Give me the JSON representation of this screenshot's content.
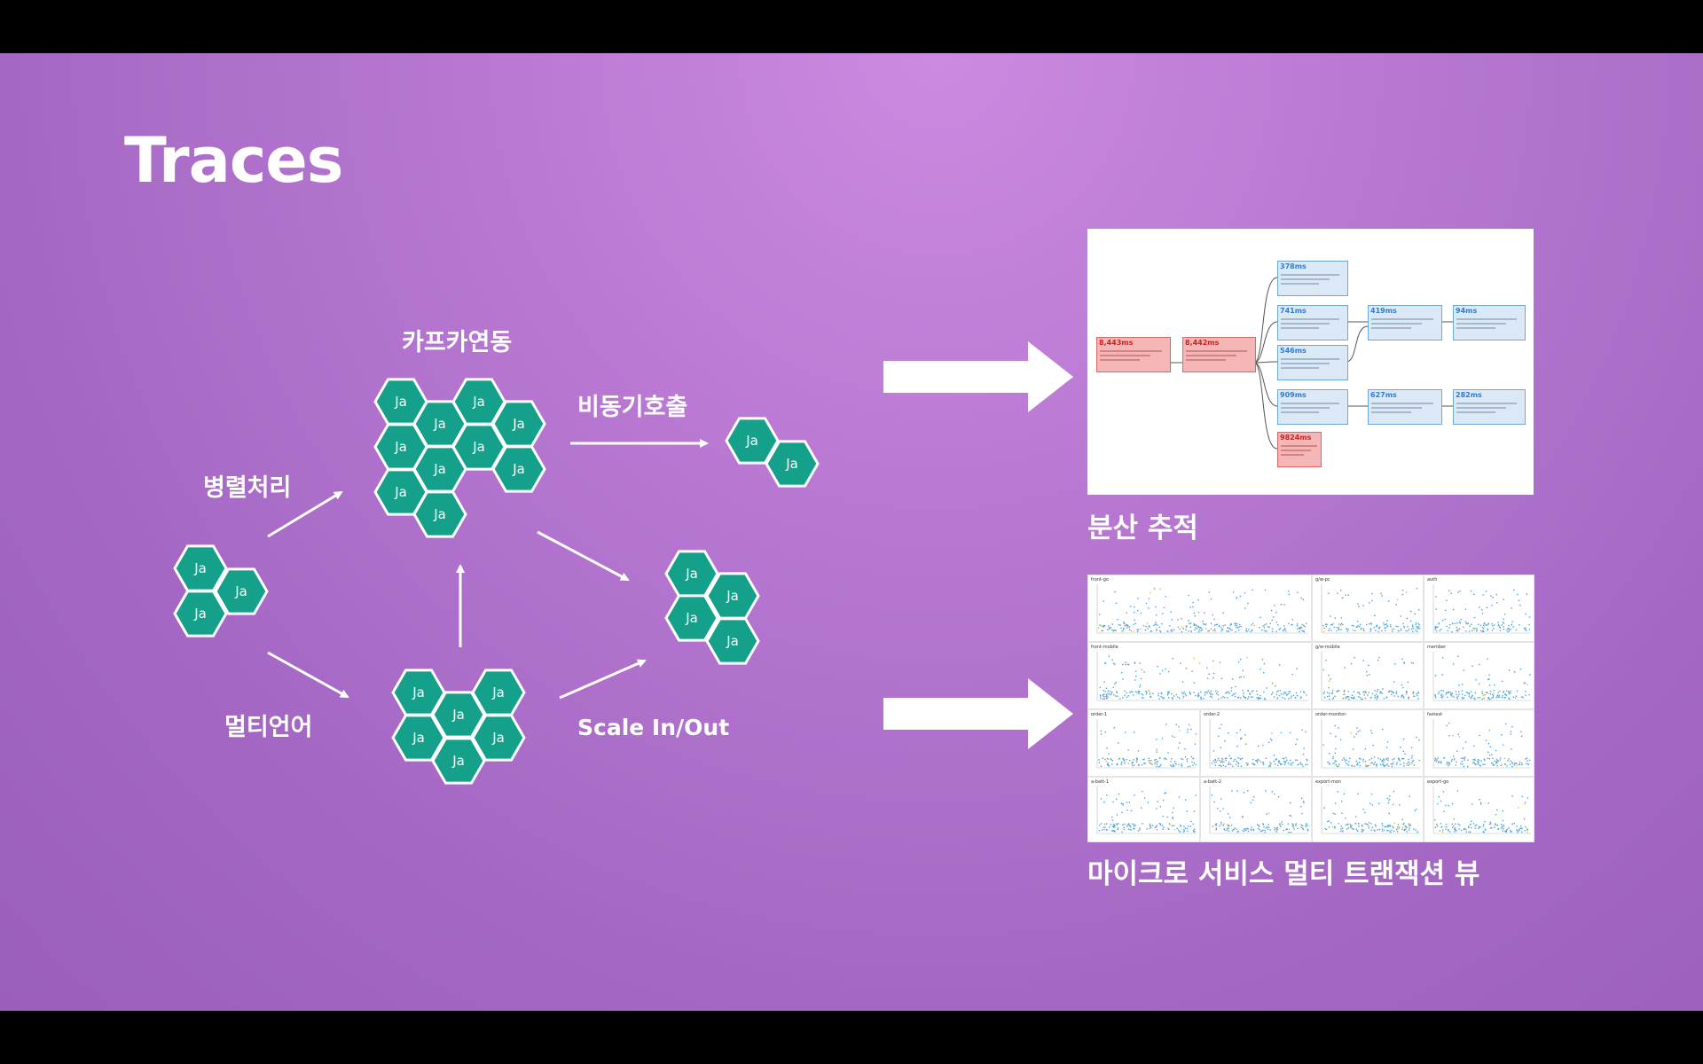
{
  "slide": {
    "title": "Traces",
    "hex_label": "Ja",
    "labels": {
      "kafka": "카프카연동",
      "async": "비동기호출",
      "parallel": "병렬처리",
      "multilang": "멀티언어",
      "scale": "Scale In/Out"
    },
    "captions": {
      "distributed": "분산 추적",
      "multi_tx": "마이크로 서비스 멀티 트랜잭션 뷰"
    },
    "colors": {
      "hex_fill": "#14a08a",
      "hex_stroke": "#ffffff",
      "arrow": "#ffffff"
    },
    "icons": [
      "arrow-right-icon",
      "arrow-up-icon"
    ]
  },
  "trace_view": {
    "cards": [
      {
        "ms": "8,443ms",
        "error": true
      },
      {
        "ms": "8,442ms",
        "error": true
      },
      {
        "ms": "378ms",
        "error": false
      },
      {
        "ms": "741ms",
        "error": false
      },
      {
        "ms": "546ms",
        "error": false
      },
      {
        "ms": "909ms",
        "error": false
      },
      {
        "ms": "9824ms",
        "error": true
      },
      {
        "ms": "419ms",
        "error": false
      },
      {
        "ms": "627ms",
        "error": false
      },
      {
        "ms": "94ms",
        "error": false
      },
      {
        "ms": "282ms",
        "error": false
      }
    ]
  },
  "multi_view": {
    "panels": [
      "front-go",
      "g/w-pc",
      "auth",
      "front-mobile",
      "g/w-mobile",
      "member",
      "order-1",
      "order-2",
      "order-monitor",
      "fastest",
      "a-batt-1",
      "a-batt-2",
      "export-mon",
      "export-go"
    ]
  }
}
